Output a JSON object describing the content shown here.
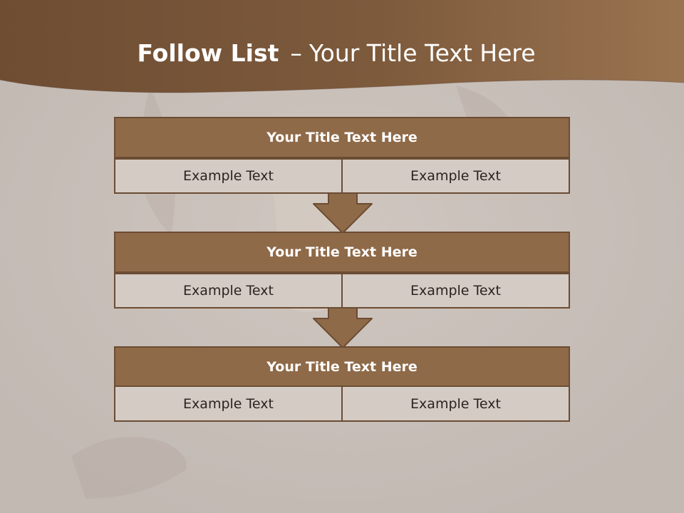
{
  "slide": {
    "title_bold": "Follow List",
    "title_separator": "–",
    "title_rest": "Your Title Text Here"
  },
  "blocks": [
    {
      "title": "Your Title Text Here",
      "left_text": "Example Text",
      "right_text": "Example Text"
    },
    {
      "title": "Your Title Text Here",
      "left_text": "Example Text",
      "right_text": "Example Text"
    },
    {
      "title": "Your Title Text Here",
      "left_text": "Example Text",
      "right_text": "Example Text"
    }
  ],
  "colors": {
    "header_band": "#7a5536",
    "block_header": "#8f6a48",
    "block_cell": "#d4cbc5",
    "border": "#6b4c33",
    "arrow": "#8f6a48"
  }
}
